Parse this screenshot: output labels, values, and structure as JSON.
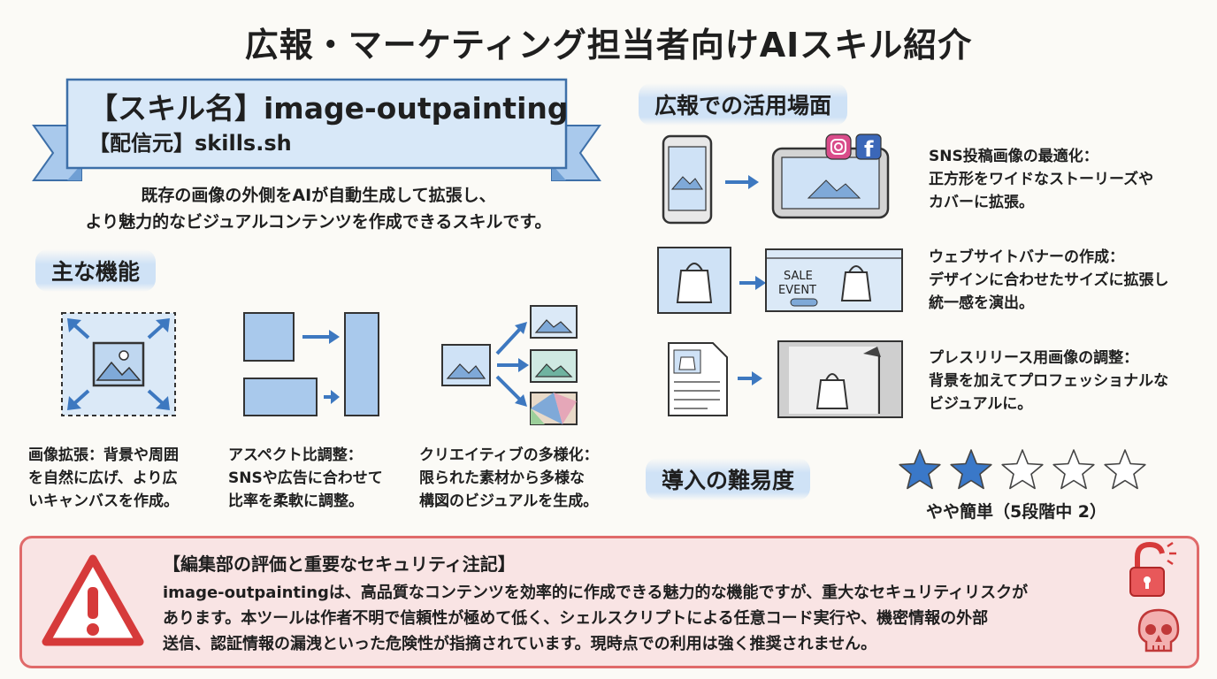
{
  "title": "広報・マーケティング担当者向けAIスキル紹介",
  "banner": {
    "skill_name": "【スキル名】image-outpainting",
    "source": "【配信元】skills.sh"
  },
  "description": {
    "line1": "既存の画像の外側をAIが自動生成して拡張し、",
    "line2": "より魅力的なビジュアルコンテンツを作成できるスキルです。"
  },
  "features": {
    "heading": "主な機能",
    "items": [
      {
        "lines": [
          "画像拡張：背景や周囲",
          "を自然に広げ、より広",
          "いキャンバスを作成。"
        ]
      },
      {
        "lines": [
          "アスペクト比調整：",
          "SNSや広告に合わせて",
          "比率を柔軟に調整。"
        ]
      },
      {
        "lines": [
          "クリエイティブの多様化：",
          "限られた素材から多様な",
          "構図のビジュアルを生成。"
        ]
      }
    ]
  },
  "use_cases": {
    "heading": "広報での活用場面",
    "items": [
      {
        "title": "SNS投稿画像の最適化：",
        "lines": [
          "正方形をワイドなストーリーズや",
          "カバーに拡張。"
        ]
      },
      {
        "title": "ウェブサイトバナーの作成：",
        "lines": [
          "デザインに合わせたサイズに拡張し",
          "統一感を演出。"
        ]
      },
      {
        "title": "プレスリリース用画像の調整：",
        "lines": [
          "背景を加えてプロフェッショナルな",
          "ビジュアルに。"
        ]
      }
    ],
    "banner_text": [
      "SALE",
      "EVENT"
    ]
  },
  "difficulty": {
    "heading": "導入の難易度",
    "rating": 2,
    "max": 5,
    "label": "やや簡単（5段階中 2）"
  },
  "warning": {
    "title": "【編集部の評価と重要なセキュリティ注記】",
    "lines": [
      "image-outpaintingは、高品質なコンテンツを効率的に作成できる魅力的な機能ですが、重大なセキュリティリスクが",
      "あります。本ツールは作者不明で信頼性が極めて低く、シェルスクリプトによる任意コード実行や、機密情報の外部",
      "送信、認証情報の漏洩といった危険性が指摘されています。現時点での利用は強く推奨されません。"
    ]
  },
  "colors": {
    "accent_blue": "#4a86c8",
    "light_blue": "#cfe2f6",
    "warn_red": "#e06a6a",
    "warn_bg": "#f9e4e4",
    "star": "#3a78c8"
  },
  "icons": [
    "image-icon",
    "arrow-icon",
    "phone-icon",
    "tablet-icon",
    "instagram-icon",
    "facebook-icon",
    "shopping-bag-icon",
    "document-icon",
    "studio-light-icon",
    "warning-icon",
    "unlocked-padlock-icon",
    "skull-icon",
    "star-icon"
  ]
}
